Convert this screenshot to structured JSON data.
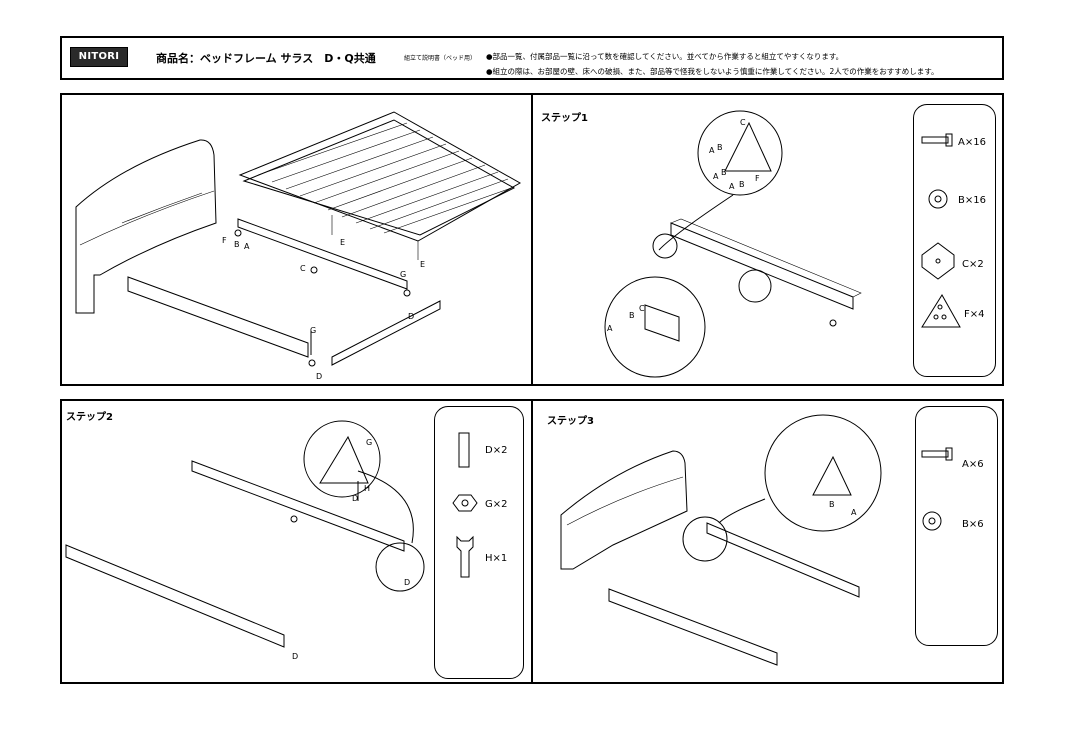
{
  "header": {
    "brand": "NITORI",
    "product_name": "商品名：ベッドフレーム サラス　D・Q共通",
    "manual_label": "組立て説明書（ベッド用）",
    "notes": [
      "●部品一覧、付属部品一覧に沿って数を確認してください。並べてから作業すると組立てやすくなります。",
      "●組立の際は、お部屋の壁、床への破損、また、部品等で怪我をしないよう慎重に作業してください。2人での作業をおすすめします。"
    ]
  },
  "overview": {
    "labels": [
      "F",
      "B",
      "A",
      "C",
      "E",
      "E",
      "G",
      "D",
      "G",
      "D"
    ]
  },
  "step1": {
    "title": "ステップ1",
    "detail_top_labels": [
      "C",
      "A",
      "B",
      "A",
      "B",
      "A",
      "B",
      "F"
    ],
    "detail_bottom_labels": [
      "A",
      "B",
      "C"
    ],
    "parts": [
      {
        "icon": "bolt-icon",
        "label": "A×16"
      },
      {
        "icon": "washer-icon",
        "label": "B×16"
      },
      {
        "icon": "bracket-icon",
        "label": "C×2"
      },
      {
        "icon": "corner-plate-icon",
        "label": "F×4"
      }
    ]
  },
  "step2": {
    "title": "ステップ2",
    "detail_labels": [
      "G",
      "H",
      "D",
      "D",
      "D"
    ],
    "parts": [
      {
        "icon": "leg-icon",
        "label": "D×2"
      },
      {
        "icon": "nut-icon",
        "label": "G×2"
      },
      {
        "icon": "wrench-icon",
        "label": "H×1"
      }
    ]
  },
  "step3": {
    "title": "ステップ3",
    "detail_labels": [
      "B",
      "A"
    ],
    "parts": [
      {
        "icon": "bolt-icon",
        "label": "A×6"
      },
      {
        "icon": "washer-icon",
        "label": "B×6"
      }
    ]
  }
}
